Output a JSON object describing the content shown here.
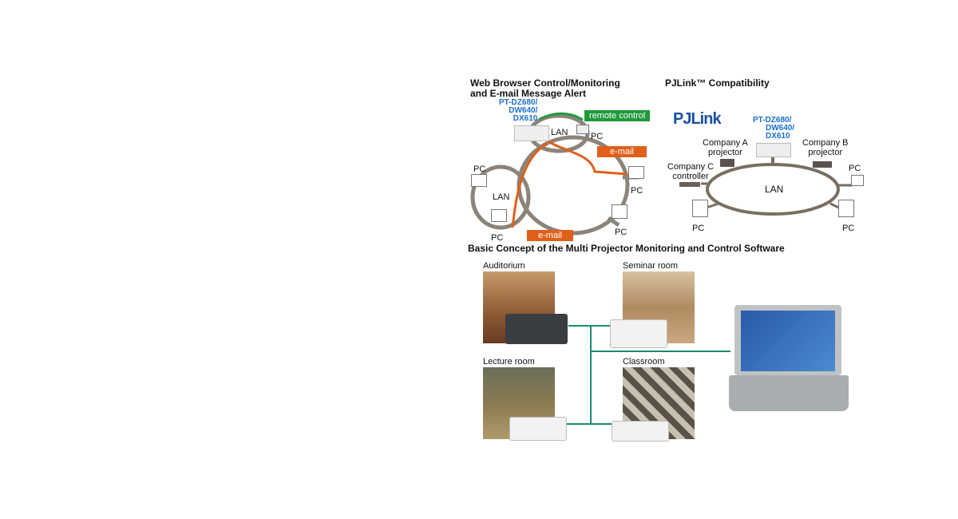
{
  "web_section": {
    "title_line1": "Web Browser Control/Monitoring",
    "title_line2": "and E-mail Message Alert",
    "model_line1": "PT-DZ680/",
    "model_line2": "DW640/",
    "model_line3": "DX610",
    "remote_control": "remote control",
    "email": "e-mail",
    "lan": "LAN",
    "pc": "PC"
  },
  "pjlink_section": {
    "title": "PJLink™ Compatibility",
    "logo": "PJLink",
    "model_line1": "PT-DZ680/",
    "model_line2": "DW640/",
    "model_line3": "DX610",
    "company_a_line1": "Company A",
    "company_a_line2": "projector",
    "company_b_line1": "Company B",
    "company_b_line2": "projector",
    "company_c_line1": "Company C",
    "company_c_line2": "controller",
    "lan": "LAN",
    "pc": "PC"
  },
  "concept_section": {
    "title": "Basic Concept of the Multi Projector Monitoring and Control Software",
    "rooms": [
      "Auditorium",
      "Seminar room",
      "Lecture room",
      "Classroom"
    ]
  },
  "colors": {
    "green": "#1e9a3c",
    "orange": "#e0601a",
    "gray": "#8c8479",
    "teal": "#1a8a6e",
    "blue": "#1a6fd0"
  }
}
